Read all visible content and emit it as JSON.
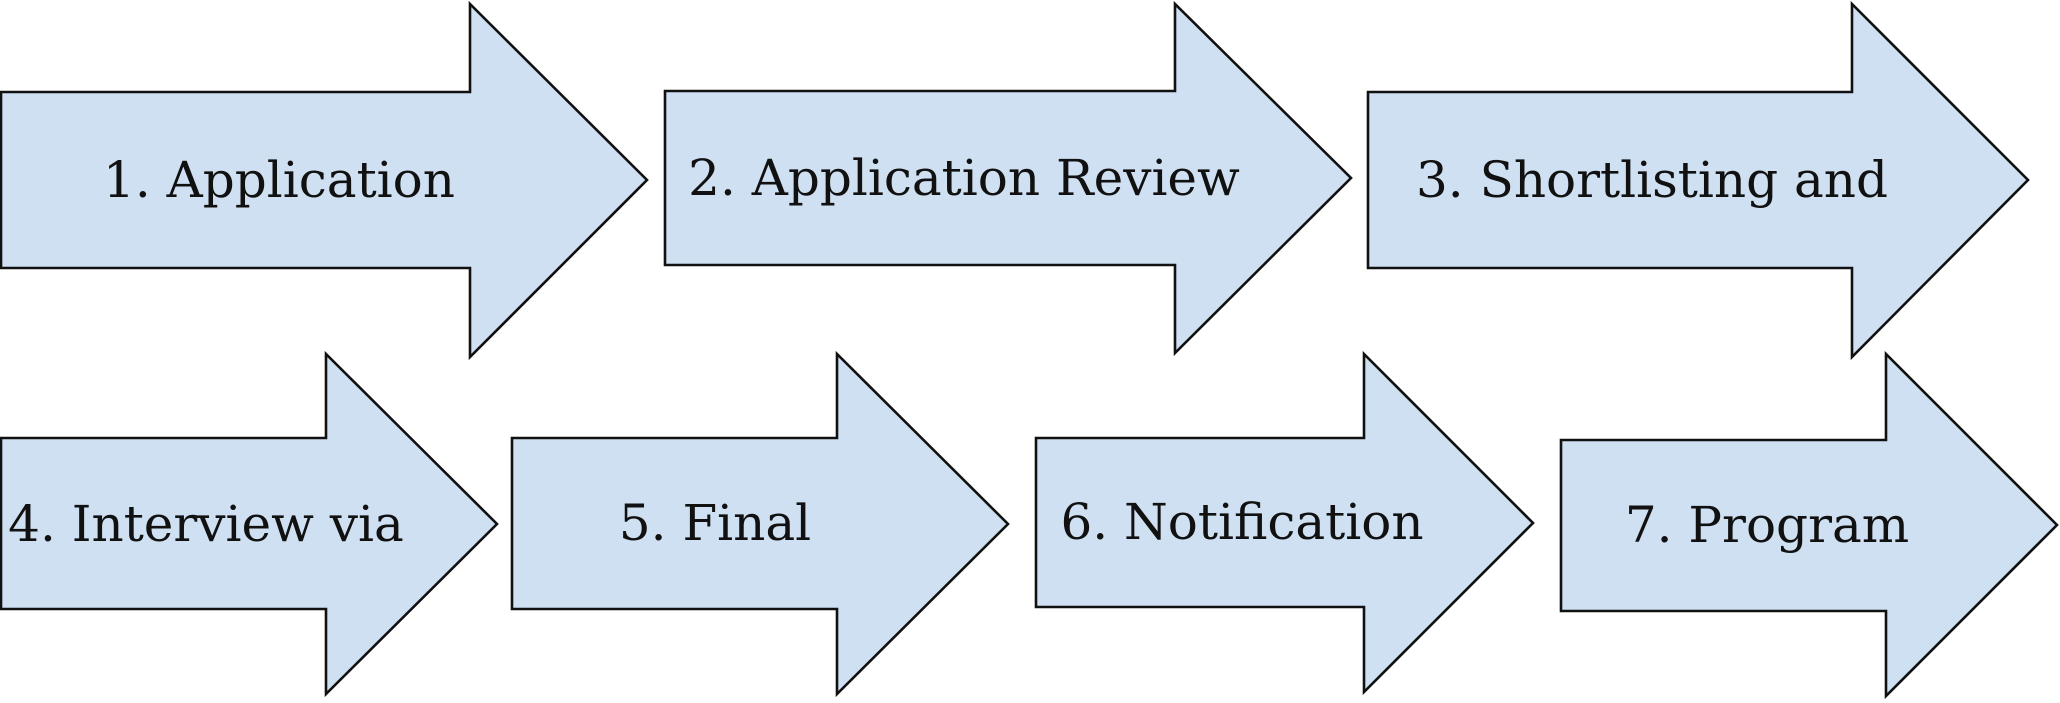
{
  "colors": {
    "arrow_fill": "#cfe0f2",
    "arrow_stroke": "#111111",
    "text": "#111111",
    "background": "#ffffff"
  },
  "steps": [
    {
      "label": "1. Application"
    },
    {
      "label": "2. Application Review"
    },
    {
      "label": "3. Shortlisting and"
    },
    {
      "label": "4. Interview via"
    },
    {
      "label": "5. Final"
    },
    {
      "label": "6. Notification"
    },
    {
      "label": "7. Program"
    }
  ]
}
